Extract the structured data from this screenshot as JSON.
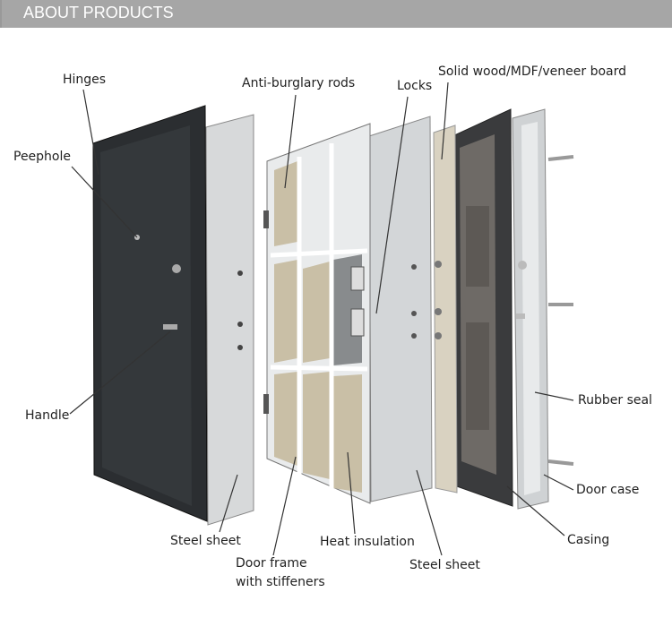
{
  "header": {
    "title": "ABOUT PRODUCTS"
  },
  "labels": {
    "hinges": "Hinges",
    "peephole": "Peephole",
    "handle": "Handle",
    "anti_burglary_rods": "Anti-burglary rods",
    "locks": "Locks",
    "solid_wood": "Solid wood/MDF/veneer board",
    "rubber_seal": "Rubber seal",
    "door_case": "Door case",
    "casing": "Casing",
    "steel_sheet_1": "Steel sheet",
    "door_frame_line1": "Door frame",
    "door_frame_line2": "with stiffeners",
    "heat_insulation": "Heat insulation",
    "steel_sheet_2": "Steel sheet"
  },
  "colors": {
    "header_bg": "#a6a6a6",
    "door_dark": "#2b2e31",
    "sheet": "#d7d9da",
    "insulation": "#c9bfa6",
    "wood": "#5a5856"
  }
}
